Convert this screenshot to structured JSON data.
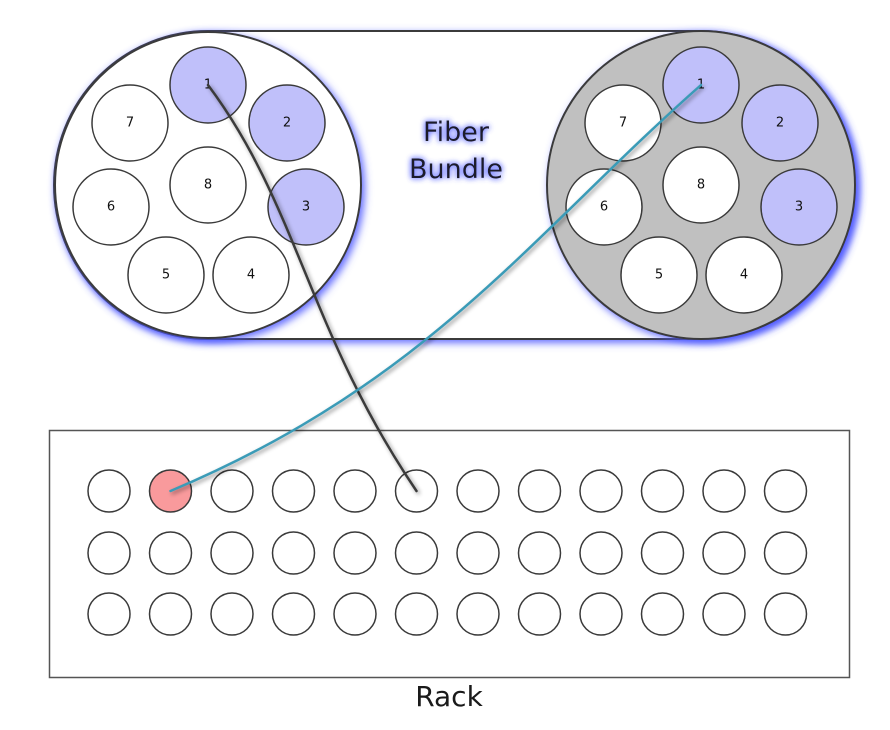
{
  "title": {
    "line1": "Fiber",
    "line2": "Bundle"
  },
  "rack_label": "Rack",
  "colors": {
    "stroke": "#3a3a3a",
    "selected_fiber": "#c0c0fa",
    "unselected_fiber": "#ffffff",
    "left_bundle_fill": "#ffffff",
    "right_bundle_fill": "#c0c0c0",
    "glow": "#4a55ff",
    "rack_port_selected": "#f99a9c",
    "rack_port": "#ffffff",
    "cable_dark": "#3a3a3a",
    "cable_teal": "#3a9bb7"
  },
  "bundles": [
    {
      "id": "left",
      "fibers": [
        {
          "label": "1",
          "selected": true
        },
        {
          "label": "2",
          "selected": true
        },
        {
          "label": "3",
          "selected": true
        },
        {
          "label": "4",
          "selected": false
        },
        {
          "label": "5",
          "selected": false
        },
        {
          "label": "6",
          "selected": false
        },
        {
          "label": "7",
          "selected": false
        },
        {
          "label": "8",
          "selected": false
        }
      ]
    },
    {
      "id": "right",
      "fibers": [
        {
          "label": "1",
          "selected": true
        },
        {
          "label": "2",
          "selected": true
        },
        {
          "label": "3",
          "selected": true
        },
        {
          "label": "4",
          "selected": false
        },
        {
          "label": "5",
          "selected": false
        },
        {
          "label": "6",
          "selected": false
        },
        {
          "label": "7",
          "selected": false
        },
        {
          "label": "8",
          "selected": false
        }
      ]
    }
  ],
  "rack": {
    "rows": 3,
    "cols": 12,
    "highlighted_ports": [
      {
        "row": 0,
        "col": 1
      }
    ]
  },
  "connections": [
    {
      "name": "cable-left-fiber1-to-rack",
      "from_bundle": "left",
      "from_fiber": "1",
      "to_row": 0,
      "to_col": 5,
      "color": "cable_dark"
    },
    {
      "name": "cable-right-fiber1-to-rack",
      "from_bundle": "right",
      "from_fiber": "1",
      "to_row": 0,
      "to_col": 1,
      "color": "cable_teal"
    }
  ]
}
